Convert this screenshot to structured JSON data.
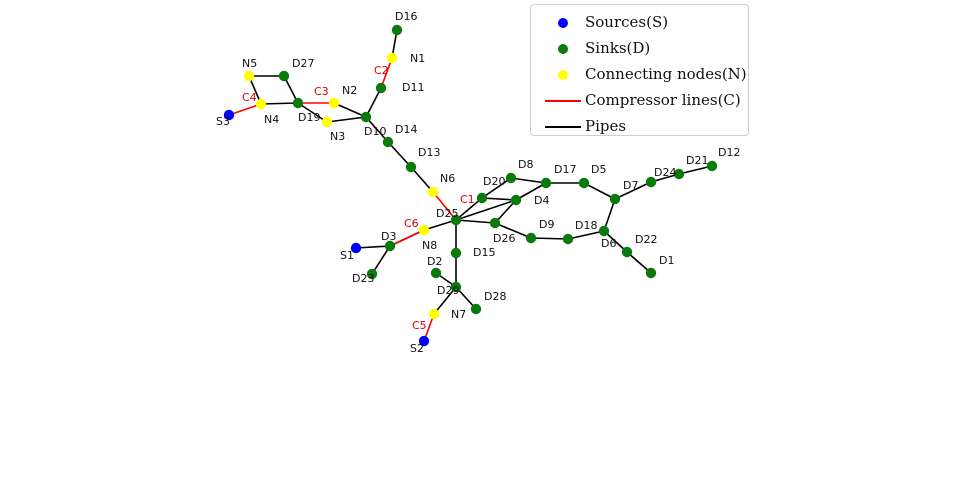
{
  "colors": {
    "source": "#0000ff",
    "sink": "#0a7a0a",
    "connecting": "#ffff00",
    "compressor": "#ff0000",
    "pipe": "#000000",
    "compressor_label": "#e00000"
  },
  "legend": {
    "placement": "top-right",
    "items": [
      {
        "label": "Sources(S)",
        "kind": "dot",
        "color": "#0000ff"
      },
      {
        "label": "Sinks(D)",
        "kind": "dot",
        "color": "#0a7a0a"
      },
      {
        "label": "Connecting nodes(N)",
        "kind": "dot",
        "color": "#ffff00"
      },
      {
        "label": "Compressor lines(C)",
        "kind": "line",
        "color": "#ff0000"
      },
      {
        "label": "Pipes",
        "kind": "line",
        "color": "#000000"
      }
    ]
  },
  "network": {
    "nodes": [
      {
        "id": "S1",
        "type": "source"
      },
      {
        "id": "S2",
        "type": "source"
      },
      {
        "id": "S3",
        "type": "source"
      },
      {
        "id": "N1",
        "type": "connecting"
      },
      {
        "id": "N2",
        "type": "connecting"
      },
      {
        "id": "N3",
        "type": "connecting"
      },
      {
        "id": "N4",
        "type": "connecting"
      },
      {
        "id": "N5",
        "type": "connecting"
      },
      {
        "id": "N6",
        "type": "connecting"
      },
      {
        "id": "N7",
        "type": "connecting"
      },
      {
        "id": "N8",
        "type": "connecting"
      },
      {
        "id": "D1",
        "type": "sink"
      },
      {
        "id": "D2",
        "type": "sink"
      },
      {
        "id": "D3",
        "type": "sink"
      },
      {
        "id": "D4",
        "type": "sink"
      },
      {
        "id": "D5",
        "type": "sink"
      },
      {
        "id": "D6",
        "type": "sink"
      },
      {
        "id": "D7",
        "type": "sink"
      },
      {
        "id": "D8",
        "type": "sink"
      },
      {
        "id": "D9",
        "type": "sink"
      },
      {
        "id": "D10",
        "type": "sink"
      },
      {
        "id": "D11",
        "type": "sink"
      },
      {
        "id": "D12",
        "type": "sink"
      },
      {
        "id": "D13",
        "type": "sink"
      },
      {
        "id": "D14",
        "type": "sink"
      },
      {
        "id": "D15",
        "type": "sink"
      },
      {
        "id": "D16",
        "type": "sink"
      },
      {
        "id": "D17",
        "type": "sink"
      },
      {
        "id": "D18",
        "type": "sink"
      },
      {
        "id": "D19",
        "type": "sink"
      },
      {
        "id": "D20",
        "type": "sink"
      },
      {
        "id": "D21",
        "type": "sink"
      },
      {
        "id": "D22",
        "type": "sink"
      },
      {
        "id": "D23",
        "type": "sink"
      },
      {
        "id": "D24",
        "type": "sink"
      },
      {
        "id": "D25",
        "type": "sink"
      },
      {
        "id": "D26",
        "type": "sink"
      },
      {
        "id": "D27",
        "type": "sink"
      },
      {
        "id": "D28",
        "type": "sink"
      },
      {
        "id": "D29",
        "type": "sink"
      }
    ],
    "compressors": [
      {
        "label": "C1",
        "from": "N6",
        "to": "D25"
      },
      {
        "label": "C2",
        "from": "N1",
        "to": "D11"
      },
      {
        "label": "C3",
        "from": "D19",
        "to": "N2"
      },
      {
        "label": "C4",
        "from": "S3",
        "to": "N4"
      },
      {
        "label": "C5",
        "from": "S2",
        "to": "N7"
      },
      {
        "label": "C6",
        "from": "D3",
        "to": "N8"
      }
    ],
    "pipes": [
      [
        "D16",
        "N1"
      ],
      [
        "D11",
        "D10"
      ],
      [
        "N2",
        "D10"
      ],
      [
        "N3",
        "D10"
      ],
      [
        "D19",
        "N3"
      ],
      [
        "N4",
        "D19"
      ],
      [
        "N5",
        "N4"
      ],
      [
        "N5",
        "D27"
      ],
      [
        "D27",
        "D19"
      ],
      [
        "D10",
        "D14"
      ],
      [
        "D14",
        "D13"
      ],
      [
        "D13",
        "N6"
      ],
      [
        "D25",
        "D20"
      ],
      [
        "D25",
        "D4"
      ],
      [
        "D25",
        "D26"
      ],
      [
        "D25",
        "N8"
      ],
      [
        "D25",
        "D15"
      ],
      [
        "D20",
        "D8"
      ],
      [
        "D8",
        "D17"
      ],
      [
        "D20",
        "D4"
      ],
      [
        "D4",
        "D17"
      ],
      [
        "D17",
        "D5"
      ],
      [
        "D5",
        "D7"
      ],
      [
        "D7",
        "D24"
      ],
      [
        "D24",
        "D21"
      ],
      [
        "D21",
        "D12"
      ],
      [
        "D7",
        "D6"
      ],
      [
        "D26",
        "D9"
      ],
      [
        "D9",
        "D18"
      ],
      [
        "D18",
        "D6"
      ],
      [
        "D6",
        "D22"
      ],
      [
        "D22",
        "D1"
      ],
      [
        "D26",
        "D4"
      ],
      [
        "N8",
        "D3"
      ],
      [
        "D3",
        "S1"
      ],
      [
        "D3",
        "D23"
      ],
      [
        "D15",
        "D29"
      ],
      [
        "D2",
        "D29"
      ],
      [
        "D29",
        "D28"
      ],
      [
        "D29",
        "N7"
      ]
    ]
  }
}
